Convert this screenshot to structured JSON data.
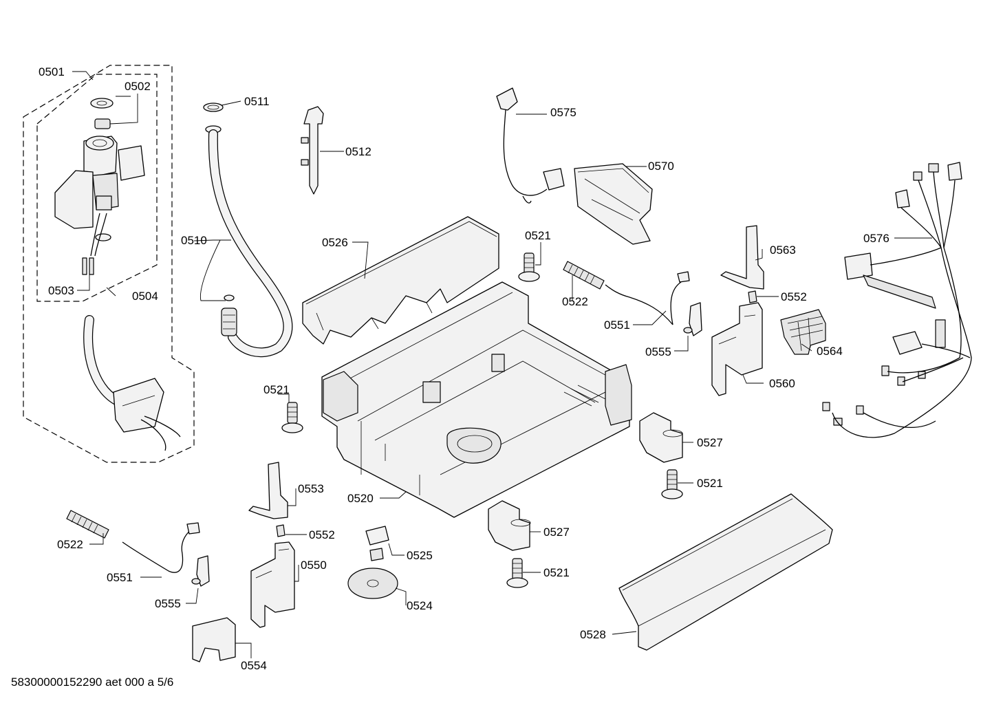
{
  "parts": [
    {
      "id": "p0501",
      "label": "0501"
    },
    {
      "id": "p0502",
      "label": "0502"
    },
    {
      "id": "p0503",
      "label": "0503"
    },
    {
      "id": "p0504",
      "label": "0504"
    },
    {
      "id": "p0510",
      "label": "0510"
    },
    {
      "id": "p0511",
      "label": "0511"
    },
    {
      "id": "p0512",
      "label": "0512"
    },
    {
      "id": "p0520",
      "label": "0520"
    },
    {
      "id": "p0521a",
      "label": "0521"
    },
    {
      "id": "p0521b",
      "label": "0521"
    },
    {
      "id": "p0521c",
      "label": "0521"
    },
    {
      "id": "p0521d",
      "label": "0521"
    },
    {
      "id": "p0522a",
      "label": "0522"
    },
    {
      "id": "p0522b",
      "label": "0522"
    },
    {
      "id": "p0524",
      "label": "0524"
    },
    {
      "id": "p0525",
      "label": "0525"
    },
    {
      "id": "p0526",
      "label": "0526"
    },
    {
      "id": "p0527a",
      "label": "0527"
    },
    {
      "id": "p0527b",
      "label": "0527"
    },
    {
      "id": "p0528",
      "label": "0528"
    },
    {
      "id": "p0550",
      "label": "0550"
    },
    {
      "id": "p0551a",
      "label": "0551"
    },
    {
      "id": "p0551b",
      "label": "0551"
    },
    {
      "id": "p0552a",
      "label": "0552"
    },
    {
      "id": "p0552b",
      "label": "0552"
    },
    {
      "id": "p0553",
      "label": "0553"
    },
    {
      "id": "p0554",
      "label": "0554"
    },
    {
      "id": "p0555a",
      "label": "0555"
    },
    {
      "id": "p0555b",
      "label": "0555"
    },
    {
      "id": "p0560",
      "label": "0560"
    },
    {
      "id": "p0563",
      "label": "0563"
    },
    {
      "id": "p0564",
      "label": "0564"
    },
    {
      "id": "p0570",
      "label": "0570"
    },
    {
      "id": "p0575",
      "label": "0575"
    },
    {
      "id": "p0576",
      "label": "0576"
    }
  ],
  "footer": "58300000152290 aet 000 a 5/6"
}
